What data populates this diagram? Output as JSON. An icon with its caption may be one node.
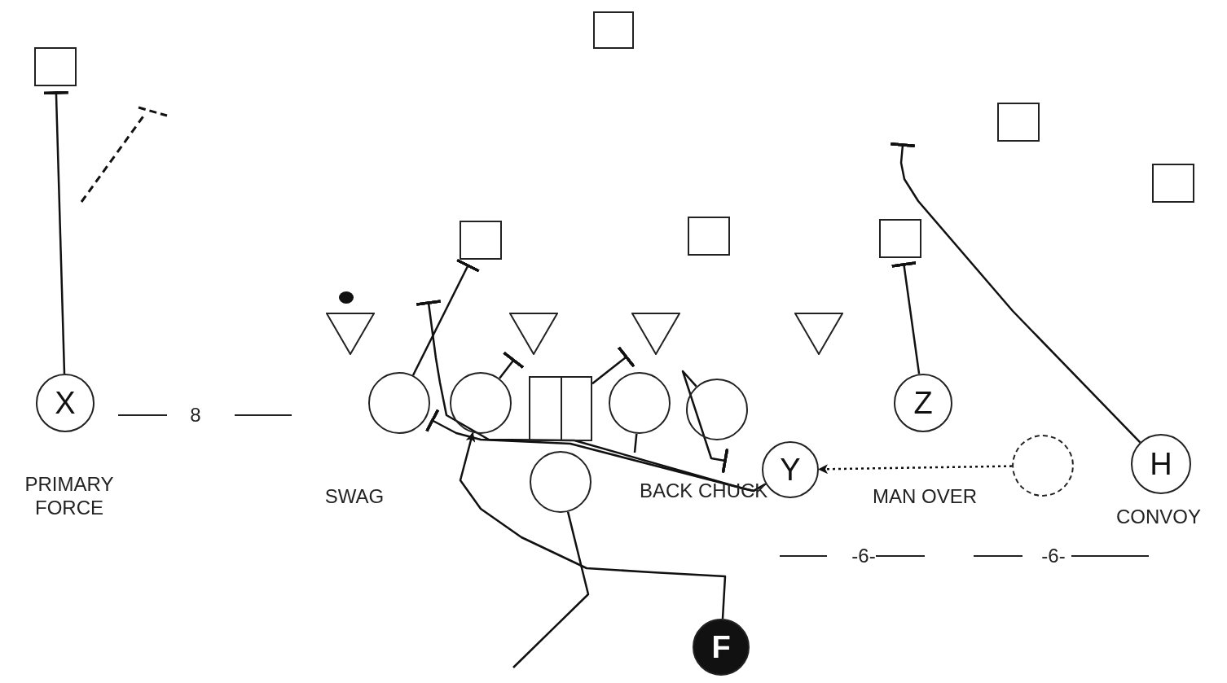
{
  "diagram": {
    "nodes": [
      {
        "text": [],
        "shape": "box"
      },
      {
        "text": [],
        "shape": "box"
      },
      {
        "text": [],
        "shape": "box"
      },
      {
        "text": [],
        "shape": "box"
      },
      {
        "text": [],
        "shape": "box"
      },
      {
        "text": [],
        "shape": "box"
      },
      {
        "text": [],
        "shape": "box"
      },
      {
        "text": [],
        "shape": "triangle"
      },
      {
        "text": [],
        "shape": "triangle"
      },
      {
        "text": [],
        "shape": "triangle"
      },
      {
        "text": [],
        "shape": "triangle"
      },
      {
        "text": [
          "X"
        ],
        "beside": [
          "PRIMARY FORCE"
        ]
      },
      {
        "text": [],
        "shape": "circle"
      },
      {
        "text": [],
        "shape": "circle"
      },
      {
        "text": [],
        "shape": "box"
      },
      {
        "text": [],
        "shape": "circle"
      },
      {
        "text": [],
        "shape": "circle"
      },
      {
        "text": [],
        "shape": "circle"
      },
      {
        "text": [
          "Y"
        ]
      },
      {
        "text": [
          "Z"
        ]
      },
      {
        "text": [],
        "shape": "circle"
      },
      {
        "text": [
          "H"
        ],
        "beside": [
          "CONVOY"
        ]
      },
      {
        "text": [
          "F"
        ]
      },
      {
        "text": [],
        "shape": "dot"
      }
    ],
    "edges": [
      {
        "from": 11,
        "to": 0,
        "arrow": "other"
      },
      {
        "from": 12,
        "to": 4,
        "arrow": "other"
      },
      {
        "from": 13,
        "to": 8,
        "arrow": "other"
      },
      {
        "from": 14,
        "to": 9,
        "arrow": "other"
      },
      {
        "from": 16,
        "to": null,
        "arrow": "other"
      },
      {
        "from": 18,
        "to": 12,
        "arrow": "other"
      },
      {
        "from": 18,
        "to": null,
        "arrow": "other"
      },
      {
        "from": 15,
        "to": null,
        "arrow": "none"
      },
      {
        "from": 17,
        "to": null,
        "arrow": "none"
      },
      {
        "from": 22,
        "to": 13,
        "arrow": "to"
      },
      {
        "from": 20,
        "to": 18,
        "arrow": "to",
        "style": "dashed",
        "label": "MAN OVER"
      },
      {
        "from": 19,
        "to": 6,
        "arrow": "other"
      },
      {
        "from": 21,
        "to": null,
        "arrow": "other"
      }
    ],
    "labels": [
      "8",
      "SWAG",
      "BACK CHUCK",
      "-6-",
      "-6-"
    ]
  }
}
